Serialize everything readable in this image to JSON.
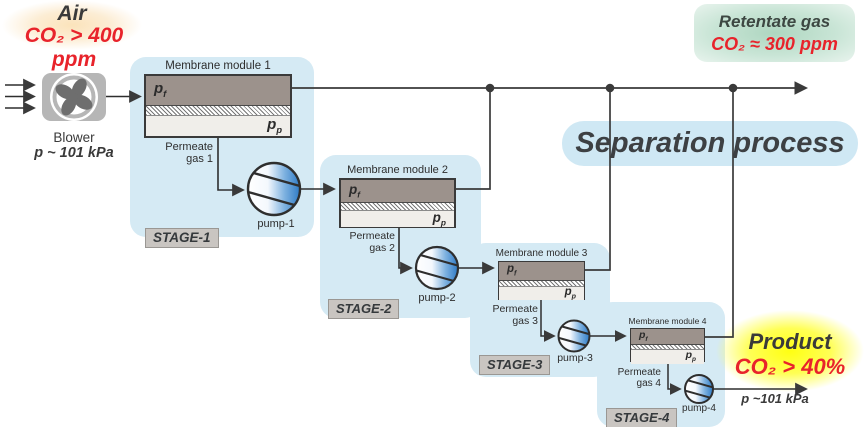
{
  "header": {
    "air": {
      "title": "Air",
      "co2": "CO₂ > 400 ppm"
    },
    "retentate": {
      "title": "Retentate gas",
      "co2": "CO₂ ≈ 300 ppm"
    }
  },
  "product": {
    "title": "Product",
    "co2": "CO₂ > 40%",
    "pressure": "p ~101 kPa"
  },
  "blower": {
    "label": "Blower",
    "pressure": "p ~ 101 kPa"
  },
  "process": {
    "label": "Separation process"
  },
  "stages": [
    {
      "label": "STAGE-1",
      "module": {
        "title": "Membrane module 1",
        "pf": {
          "base": "p",
          "sub": "f"
        },
        "pp": {
          "base": "p",
          "sub": "p"
        }
      },
      "permeate": {
        "line1": "Permeate",
        "line2": "gas 1"
      },
      "pump": {
        "label": "pump-1"
      }
    },
    {
      "label": "STAGE-2",
      "module": {
        "title": "Membrane module 2",
        "pf": {
          "base": "p",
          "sub": "f"
        },
        "pp": {
          "base": "p",
          "sub": "p"
        }
      },
      "permeate": {
        "line1": "Permeate",
        "line2": "gas 2"
      },
      "pump": {
        "label": "pump-2"
      }
    },
    {
      "label": "STAGE-3",
      "module": {
        "title": "Membrane module 3",
        "pf": {
          "base": "p",
          "sub": "f"
        },
        "pp": {
          "base": "p",
          "sub": "p"
        }
      },
      "permeate": {
        "line1": "Permeate",
        "line2": "gas 3"
      },
      "pump": {
        "label": "pump-3"
      }
    },
    {
      "label": "STAGE-4",
      "module": {
        "title": "Membrane module 4",
        "pf": {
          "base": "p",
          "sub": "f"
        },
        "pp": {
          "base": "p",
          "sub": "p"
        }
      },
      "permeate": {
        "line1": "Permeate",
        "line2": "gas 4"
      },
      "pump": {
        "label": "pump-4"
      }
    }
  ],
  "colors": {
    "stage_panel": "#d5eaf4",
    "process_panel": "#cfe8f4",
    "module_feed": "#9c928c",
    "module_permeate": "#f0eeea",
    "line": "#3a3a3a",
    "red_text": "#e8232b",
    "pump_blue": "#2e7bc6",
    "stage_tag_bg": "#c9c5c1",
    "air_glow": "#fbe3bb",
    "retentate_glow": "#aed6c0",
    "product_glow": "#ffff12",
    "blower_gray": "#b6b6b6"
  }
}
